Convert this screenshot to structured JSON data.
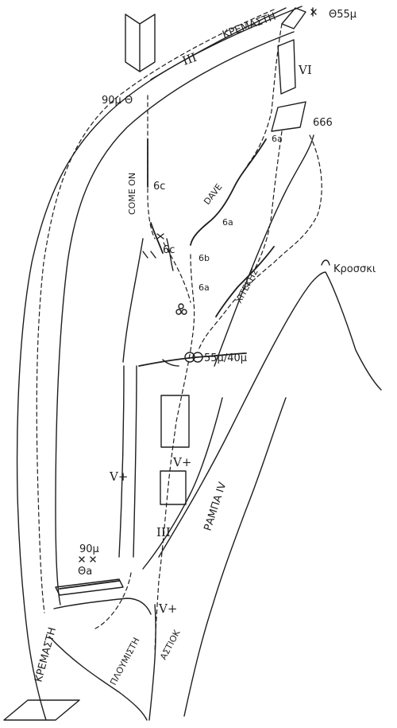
{
  "labels": {
    "kremasti_top": "ΚΡΕΜΑΣΤΗ",
    "kremasti_bottom": "ΚΡΕΜΑΣΤΗ",
    "grade_iii_top": "III",
    "grade_vi": "VI",
    "anchor_top_right": "Θ55μ",
    "anchor_top_left": "90μ Θ",
    "grade_666": "666",
    "grade_6a_top": "6a",
    "route_dave": "DAVE",
    "grade_6a_dave": "6a",
    "route_come_on": "COME ON",
    "grade_6c_upper": "6c",
    "grade_6c_lower": "6c",
    "grade_6b": "6b",
    "grade_6a_mid": "6a",
    "route_right": "ΧΙΤΕΚΗΣ",
    "peak_name": "Κροσσκι",
    "belay_55_40": "55μ/40μ",
    "grade_vplus_center": "V+",
    "grade_vplus_left": "V+",
    "grade_iii_lower": "III",
    "ramp": "ΡΑΜΠΑ IV",
    "anchor_90_bottom": "90μ",
    "anchor_theta_a": "Θa",
    "grade_vplus_bottom": "V+",
    "bottom_path_left": "ΠΛΟΥΜΙΣΤΗ",
    "bottom_path_right": "ΑΣΤΙΟΚ"
  }
}
